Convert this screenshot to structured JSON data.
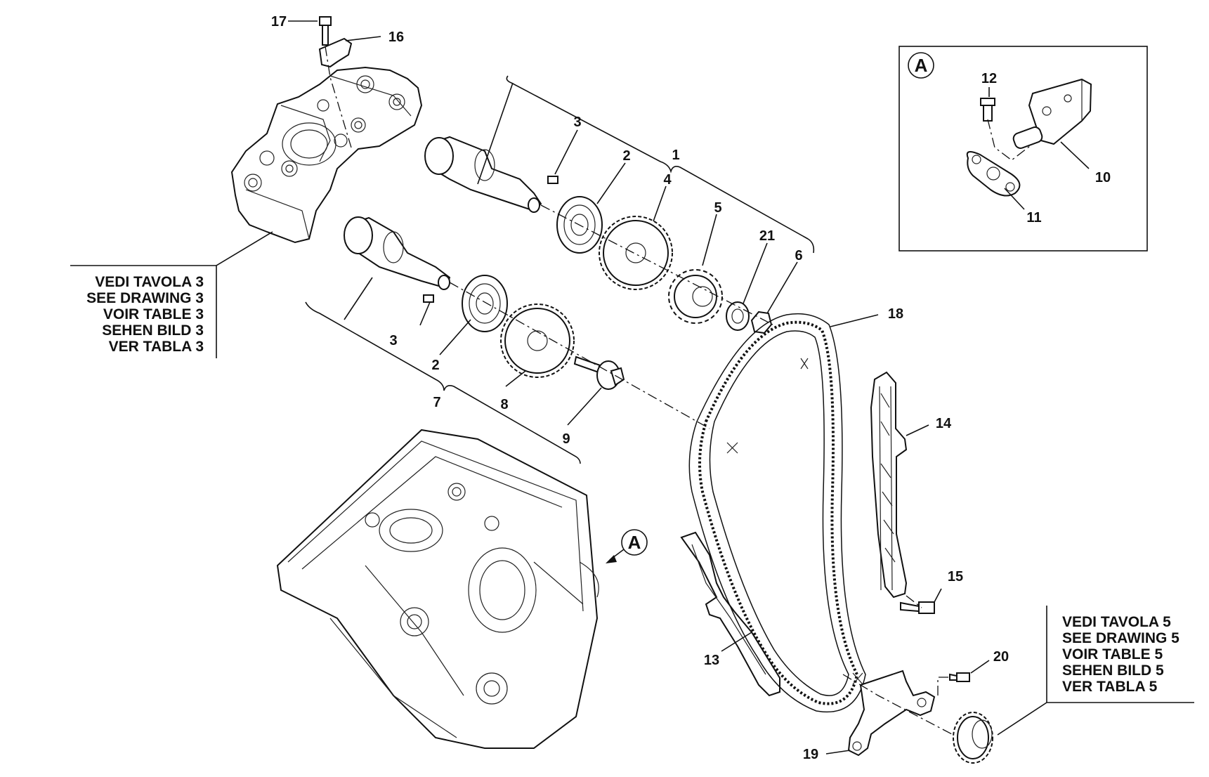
{
  "ref_drawing_3": [
    "VEDI TAVOLA 3",
    "SEE DRAWING 3",
    "VOIR TABLE 3",
    "SEHEN BILD 3",
    "VER TABLA 3"
  ],
  "ref_drawing_5": [
    "VEDI TAVOLA 5",
    "SEE DRAWING 5",
    "VOIR TABLE 5",
    "SEHEN BILD 5",
    "VER TABLA 5"
  ],
  "detail_marker": "A",
  "callouts": {
    "c1": "1",
    "c2a": "2",
    "c2b": "2",
    "c3a": "3",
    "c3b": "3",
    "c4": "4",
    "c5": "5",
    "c6": "6",
    "c7": "7",
    "c8": "8",
    "c9": "9",
    "c10": "10",
    "c11": "11",
    "c12": "12",
    "c13": "13",
    "c14": "14",
    "c15": "15",
    "c16": "16",
    "c17": "17",
    "c18": "18",
    "c19": "19",
    "c20": "20",
    "c21": "21"
  }
}
